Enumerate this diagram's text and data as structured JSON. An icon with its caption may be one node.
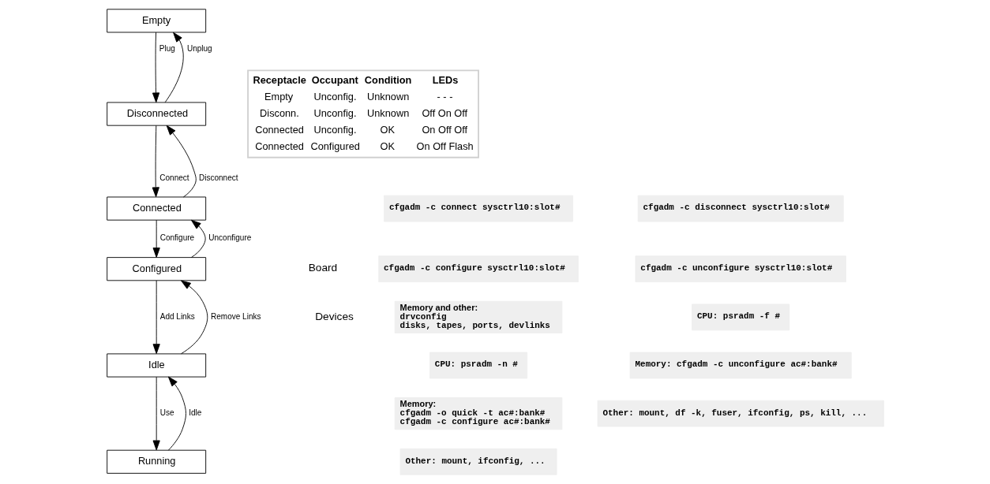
{
  "diagram": {
    "nodes": [
      {
        "text": [
          "Empty"
        ]
      },
      {
        "text": [
          "Disconnected"
        ]
      },
      {
        "text": [
          "cfgadm -c connect sysctrl10:slot#"
        ]
      },
      {
        "text": [
          "Connected"
        ]
      },
      {
        "text": [
          "cfgadm -c disconnect sysctrl10:slot#"
        ]
      },
      {
        "text": [
          "cfgadm -c configure sysctrl10:slot#"
        ]
      },
      {
        "text": [
          "Configured"
        ]
      },
      {
        "text": [
          "cfgadm -c unconfigure sysctrl10:slot#"
        ]
      },
      {
        "text": [
          "Memory and other:",
          "drvconfig",
          "disks, tapes, ports, devlinks"
        ]
      },
      {
        "text": [
          "CPU: psradm -f #"
        ]
      },
      {
        "text": [
          "CPU: psradm -n #"
        ]
      },
      {
        "text": [
          "Idle"
        ]
      },
      {
        "text": [
          "Memory: cfgadm -c unconfigure ac#:bank#"
        ]
      },
      {
        "text": [
          "Memory:",
          "cfgadm -o quick -t ac#:bank#",
          "cfgadm -c configure ac#:bank#"
        ]
      },
      {
        "text": [
          "Other: mount, df -k, fuser, ifconfig, ps, kill, ..."
        ]
      },
      {
        "text": [
          "Other: mount, ifconfig, ..."
        ]
      },
      {
        "text": [
          "Running"
        ]
      }
    ],
    "edges": [
      {
        "from": 0,
        "to": 1,
        "arrow": "to",
        "label": "Plug"
      },
      {
        "from": 1,
        "to": 0,
        "arrow": "to",
        "label": "Unplug"
      },
      {
        "from": 1,
        "to": 3,
        "arrow": "to",
        "label": "Connect"
      },
      {
        "from": 3,
        "to": 1,
        "arrow": "to",
        "label": "Disconnect"
      },
      {
        "from": 3,
        "to": 6,
        "arrow": "to",
        "label": "Configure"
      },
      {
        "from": 6,
        "to": 3,
        "arrow": "to",
        "label": "Unconfigure"
      },
      {
        "from": 6,
        "to": 11,
        "arrow": "to",
        "label": "Add Links"
      },
      {
        "from": 11,
        "to": 6,
        "arrow": "to",
        "label": "Remove Links"
      },
      {
        "from": 11,
        "to": 16,
        "arrow": "to",
        "label": "Use"
      },
      {
        "from": 16,
        "to": 11,
        "arrow": "to",
        "label": "Idle"
      }
    ],
    "labels": [
      "Board",
      "Devices",
      "Receptacle",
      "Occupant",
      "Condition",
      "LEDs",
      "Empty",
      "Unconfig.",
      "Unknown",
      "- - -",
      "Disconn.",
      "Unconfig.",
      "Unknown",
      "Off On Off",
      "Connected",
      "Unconfig.",
      "OK",
      "On Off Off",
      "Connected",
      "Configured",
      "OK",
      "On Off Flash"
    ]
  }
}
